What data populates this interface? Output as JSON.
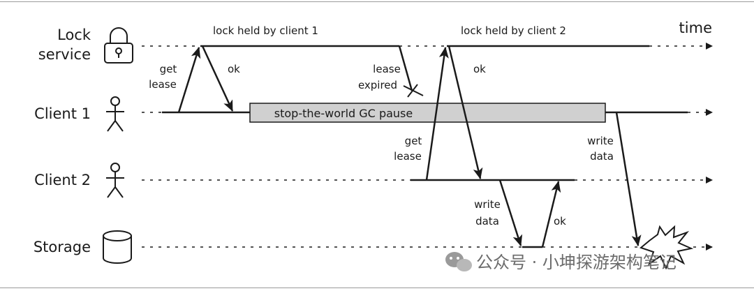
{
  "rows": {
    "lock_service": [
      "Lock",
      "service"
    ],
    "client1": "Client 1",
    "client2": "Client 2",
    "storage": "Storage"
  },
  "time_label": "time",
  "messages": {
    "lock_held_1": "lock held by client 1",
    "lock_held_2": "lock held by client 2",
    "get_lease_1": [
      "get",
      "lease"
    ],
    "ok_1": "ok",
    "lease_expired": [
      "lease",
      "expired"
    ],
    "gc_pause": "stop-the-world GC pause",
    "get_lease_2": [
      "get",
      "lease"
    ],
    "ok_2": "ok",
    "write_data_c2": [
      "write",
      "data"
    ],
    "ok_storage": "ok",
    "write_data_c1": [
      "write",
      "data"
    ]
  },
  "icons": {
    "lock": "padlock-icon",
    "client1": "stick-figure-icon",
    "client2": "stick-figure-icon",
    "storage": "database-cylinder-icon",
    "conflict": "explosion-burst-icon",
    "watermark": "wechat-icon"
  },
  "watermark": "公众号 · 小坤探游架构笔记",
  "colors": {
    "line": "#1a1a1a",
    "gc_box_fill": "#d0d0d0",
    "frame": "#9a9a9a",
    "watermark": "#6b6b6b"
  }
}
